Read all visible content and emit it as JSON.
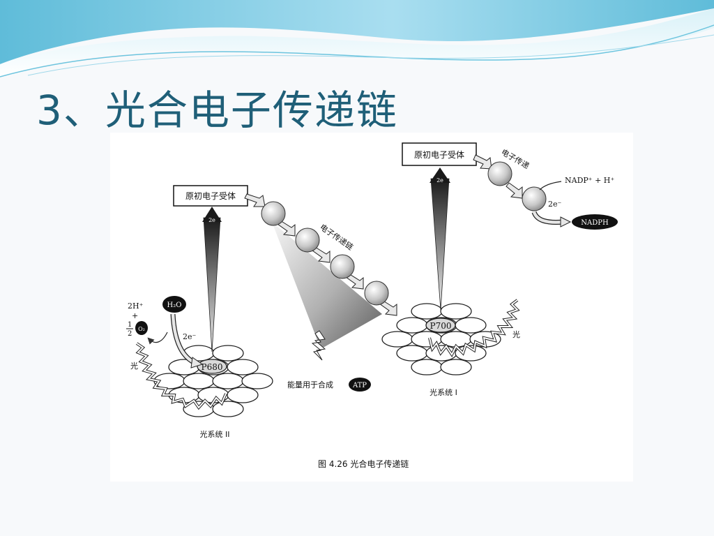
{
  "slide": {
    "title": "3、光合电子传递链",
    "colors": {
      "title": "#1f5f78",
      "wave_light": "#bfe6f2",
      "wave_dark": "#58b8d6",
      "background": "#f7f9fb"
    }
  },
  "figure": {
    "caption": "图 4.26   光合电子传递链",
    "ps2": {
      "acceptor_label": "原初电子受体",
      "arrow_label": "2e",
      "chain_label": "电子传递链",
      "center_label": "P680",
      "system_label": "光系统 II",
      "light_label": "光",
      "water_label": "H₂O",
      "water_electrons": "2e⁻",
      "proton_label": "2H⁺",
      "plus_sign": "+",
      "half_numerator": "1",
      "half_denominator": "2",
      "oxygen_label": "O₂",
      "energy_label": "能量用于合成",
      "atp_label": "ATP"
    },
    "ps1": {
      "acceptor_label": "原初电子受体",
      "arrow_label": "2e",
      "chain_label": "电子传递",
      "center_label": "P700",
      "system_label": "光系统 I",
      "light_label": "光",
      "nadp_label": "NADP⁺ + H⁺",
      "electrons_label": "2e⁻",
      "nadph_label": "NADPH"
    }
  }
}
